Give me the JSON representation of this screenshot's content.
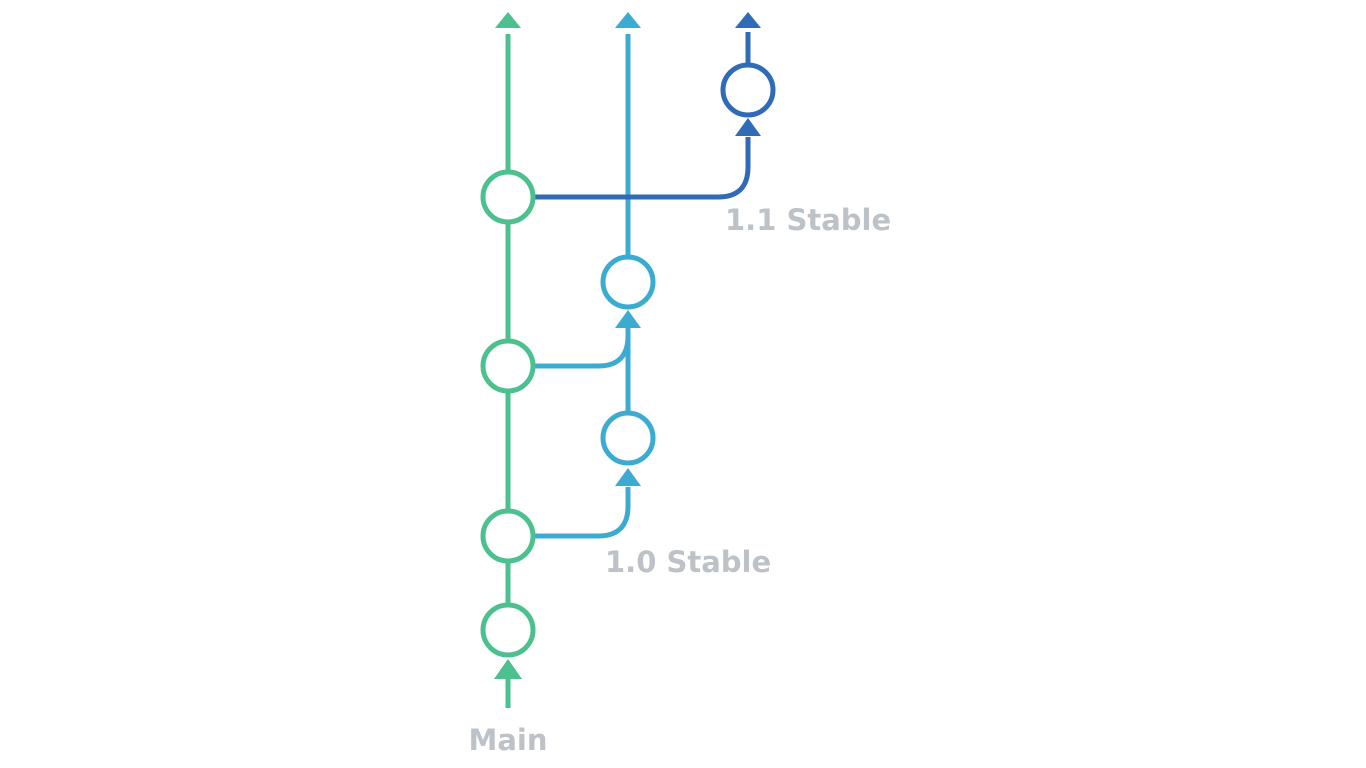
{
  "colors": {
    "main": "#4cc08f",
    "stable_1_0": "#3cabd1",
    "stable_1_1": "#2f6bb7",
    "label": "#bcc2c7",
    "background": "#ffffff"
  },
  "branches": {
    "main": {
      "label": "Main"
    },
    "stable_1_0": {
      "label": "1.0 Stable"
    },
    "stable_1_1": {
      "label": "1.1 Stable"
    }
  }
}
